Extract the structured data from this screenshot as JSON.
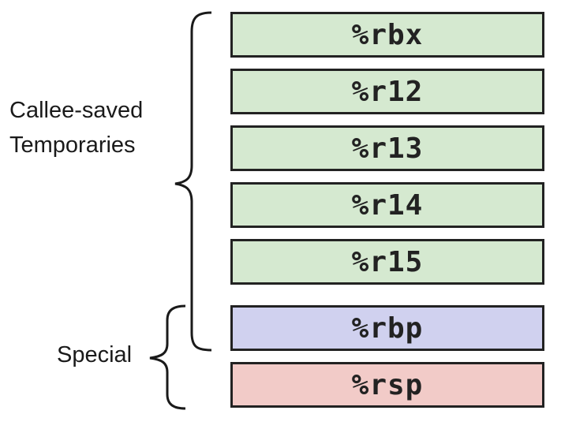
{
  "registers": [
    {
      "name": "%rbx",
      "color": "#d5e9d0"
    },
    {
      "name": "%r12",
      "color": "#d5e9d0"
    },
    {
      "name": "%r13",
      "color": "#d5e9d0"
    },
    {
      "name": "%r14",
      "color": "#d5e9d0"
    },
    {
      "name": "%r15",
      "color": "#d5e9d0"
    },
    {
      "name": "%rbp",
      "color": "#d0d1ef"
    },
    {
      "name": "%rsp",
      "color": "#f2cbc8"
    }
  ],
  "groups": {
    "callee_saved": {
      "line1": "Callee-saved",
      "line2": "Temporaries"
    },
    "special": {
      "label": "Special"
    }
  }
}
